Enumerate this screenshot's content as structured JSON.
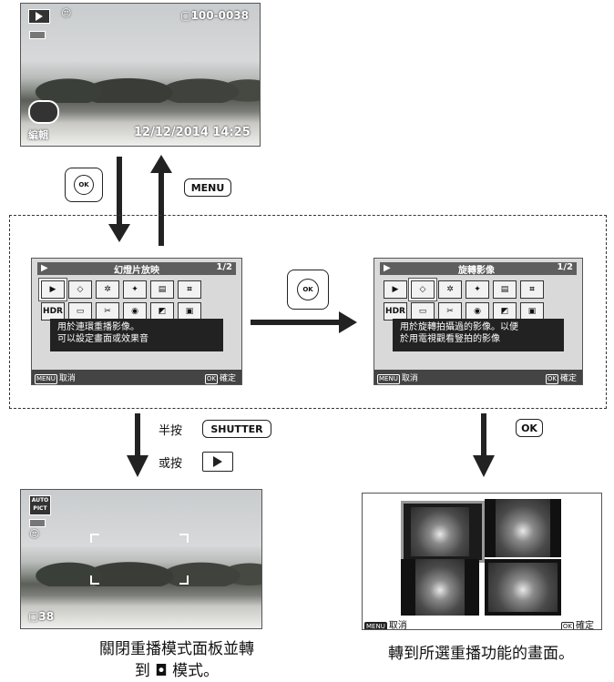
{
  "top_screen": {
    "counter": "100-0038",
    "edit_label": "編輯",
    "datetime": "12/12/2014 14:25"
  },
  "keys": {
    "ok": "OK",
    "menu": "MENU",
    "shutter": "SHUTTER",
    "ok_small": "OK"
  },
  "left_menu": {
    "title": "幻燈片放映",
    "page": "1/2",
    "desc_line1": "用於連環重播影像。",
    "desc_line2": "可以設定畫面或效果音",
    "cancel": "取消",
    "confirm": "確定",
    "menu_tag": "MENU",
    "ok_tag": "OK"
  },
  "right_menu": {
    "title": "旋轉影像",
    "page": "1/2",
    "desc_line1": "用於旋轉拍攝過的影像。以便",
    "desc_line2": "於用電視觀看豎拍的影像",
    "cancel": "取消",
    "confirm": "確定",
    "menu_tag": "MENU",
    "ok_tag": "OK"
  },
  "mid_labels": {
    "half_press": "半按",
    "or_press": "或按"
  },
  "bottom_left_screen": {
    "mode": "AUTO PICT",
    "shots": "38"
  },
  "bottom_right_screen": {
    "cancel": "取消",
    "confirm": "確定",
    "menu_tag": "MENU",
    "ok_tag": "OK"
  },
  "captions": {
    "left_line1": "關閉重播模式面板並轉",
    "left_line2": "到 ◘ 模式。",
    "right": "轉到所選重播功能的畫面。"
  },
  "hdr": "HDR"
}
